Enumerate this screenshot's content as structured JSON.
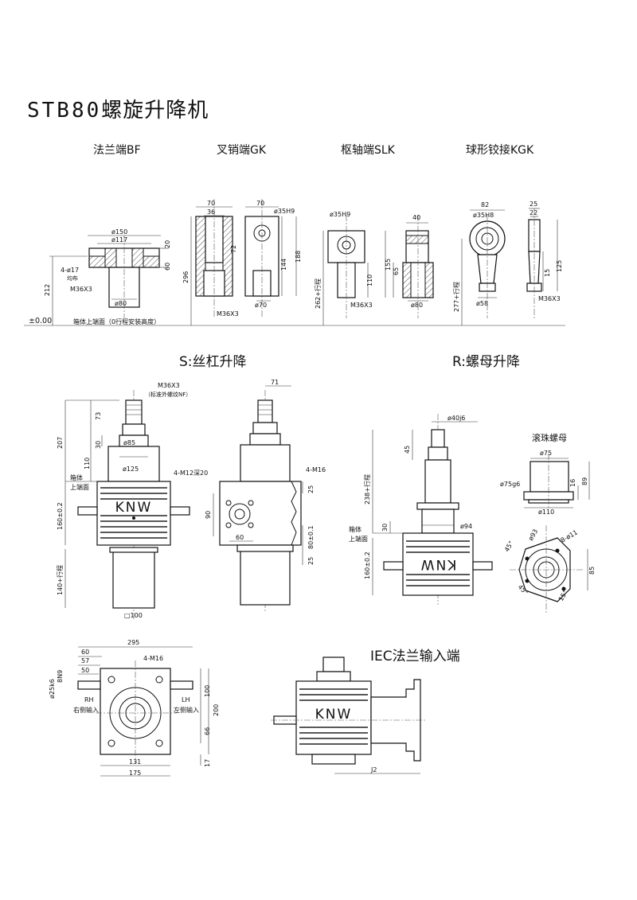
{
  "title": {
    "latin": "STB80",
    "cn": "螺旋升降机"
  },
  "end_types": [
    {
      "label": "法兰端BF"
    },
    {
      "label": "叉销端GK"
    },
    {
      "label": "枢轴端SLK"
    },
    {
      "label": "球形铰接KGK"
    }
  ],
  "top_dims": {
    "bf": [
      "ø150",
      "ø117",
      "20",
      "60",
      "4-ø17",
      "均布",
      "M36X3",
      "ø80",
      "212"
    ],
    "gk": [
      "70",
      "36",
      "70",
      "ø35H9",
      "72",
      "188",
      "144",
      "296",
      "M36X3",
      "ø70"
    ],
    "slk": [
      "ø35H9",
      "40",
      "155",
      "110",
      "65",
      "262+行程",
      "M36X3",
      "ø80"
    ],
    "kgk": [
      "82",
      "ø35H8",
      "25",
      "22",
      "125",
      "15",
      "277+行程",
      "ø58",
      "M36X3"
    ],
    "zero": "±0.00",
    "zero_note": "箱体上端面（0行程安装高度）"
  },
  "mid_sections": {
    "s": "S:丝杠升降",
    "r": "R:螺母升降"
  },
  "s_dims": [
    "M36X3",
    "（标准外螺纹NF）",
    "73",
    "207",
    "30",
    "ø85",
    "110",
    "ø125",
    "箱体",
    "上端面",
    "160±0.2",
    "140+行程",
    "□100"
  ],
  "s_side_dims": [
    "71",
    "4-M12深20",
    "4-M16",
    "25",
    "90",
    "60",
    "80±0.1",
    "25"
  ],
  "r_dims": [
    "ø40j6",
    "45",
    "238+行程",
    "30",
    "ø94",
    "箱体",
    "上端面",
    "160±0.2"
  ],
  "ballnut": {
    "label": "滚珠螺母",
    "dims": [
      "ø75",
      "ø75g6",
      "16",
      "89",
      "ø110"
    ]
  },
  "flange_dims": [
    "ø93",
    "8-ø11",
    "45°",
    "45°",
    "15°",
    "85"
  ],
  "bottom_dims": [
    "295",
    "60",
    "57",
    "50",
    "4-M16",
    "8N9",
    "ø25k6",
    "RH",
    "右侧输入",
    "LH",
    "左侧输入",
    "100",
    "200",
    "66",
    "17",
    "131",
    "175"
  ],
  "iec": {
    "label": "IEC法兰输入端",
    "j2": "J2"
  },
  "logo": "KNW"
}
